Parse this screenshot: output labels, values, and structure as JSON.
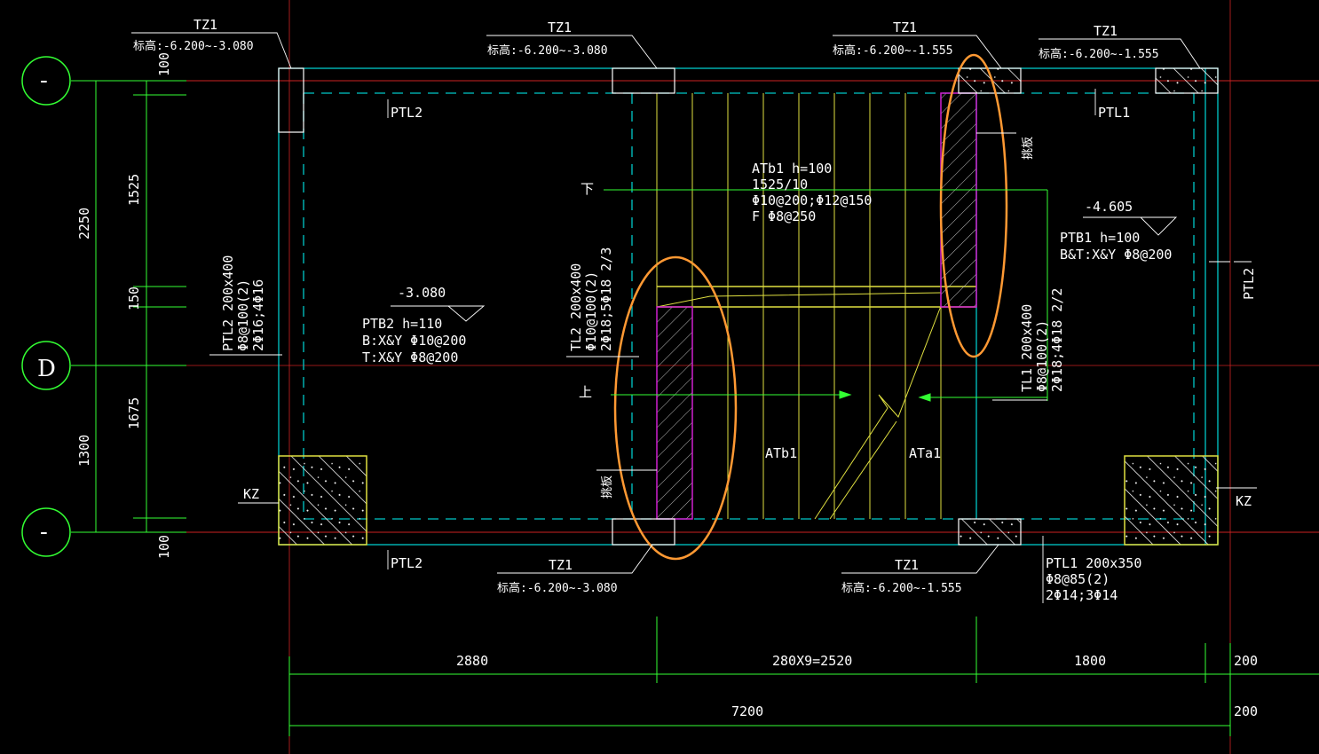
{
  "colors": {
    "background": "#000000",
    "wall": "#00c8c8",
    "stair": "#e0e040",
    "dim": "#33ff33",
    "leader": "#ffffff",
    "hatch_magenta": "#d020d0",
    "highlight": "#ff9933",
    "grid_red": "#cc2222"
  },
  "axes": {
    "top": "-",
    "middle": "D",
    "bottom": "-"
  },
  "columns": {
    "tz1_tl": {
      "name": "TZ1",
      "elev": "标高:-6.200~-3.080"
    },
    "tz1_tc": {
      "name": "TZ1",
      "elev": "标高:-6.200~-3.080"
    },
    "tz1_tr1": {
      "name": "TZ1",
      "elev": "标高:-6.200~-1.555"
    },
    "tz1_tr2": {
      "name": "TZ1",
      "elev": "标高:-6.200~-1.555"
    },
    "tz1_bl": {
      "name": "TZ1",
      "elev": "标高:-6.200~-3.080"
    },
    "tz1_br": {
      "name": "TZ1",
      "elev": "标高:-6.200~-1.555"
    },
    "kz_left": "KZ",
    "kz_right": "KZ"
  },
  "beams": {
    "ptl2_top": "PTL2",
    "ptl1_top": "PTL1",
    "ptl2_bottom": "PTL2",
    "ptl2_right": "PTL2",
    "ptl2_left": [
      "PTL2 200x400",
      "Φ8@100(2)",
      "2Φ16;4Φ16"
    ],
    "tl2": [
      "TL2 200x400",
      "Φ10@100(2)",
      "2Φ18;5Φ18 2/3"
    ],
    "tl1": [
      "TL1 200x400",
      "Φ8@100(2)",
      "2Φ18;4Φ18 2/2"
    ],
    "ptl1_bottom": [
      "PTL1 200x350",
      "Φ8@85(2)",
      "2Φ14;3Φ14"
    ]
  },
  "slabs": {
    "ptb2": {
      "elev": "-3.080",
      "lines": [
        "PTB2 h=110",
        "B:X&Y Φ10@200",
        "T:X&Y Φ8@200"
      ]
    },
    "ptb1": {
      "elev": "-4.605",
      "lines": [
        "PTB1 h=100",
        "B&T:X&Y Φ8@200"
      ]
    },
    "atb1_spec": [
      "ATb1 h=100",
      "1525/10",
      "Φ10@200;Φ12@150",
      "F Φ8@250"
    ],
    "atb1_label": "ATb1",
    "ata1_label": "ATa1",
    "down": "下",
    "up": "上",
    "tiaoban_left": "挑板",
    "tiaoban_right": "挑板"
  },
  "dimensions": {
    "left_outer": [
      "2250",
      "1300"
    ],
    "left_inner": [
      "100",
      "1525",
      "150",
      "1675",
      "100"
    ],
    "bottom_row1": [
      "2880",
      "280X9=2520",
      "1800",
      "200"
    ],
    "bottom_row2": [
      "7200",
      "200"
    ]
  }
}
